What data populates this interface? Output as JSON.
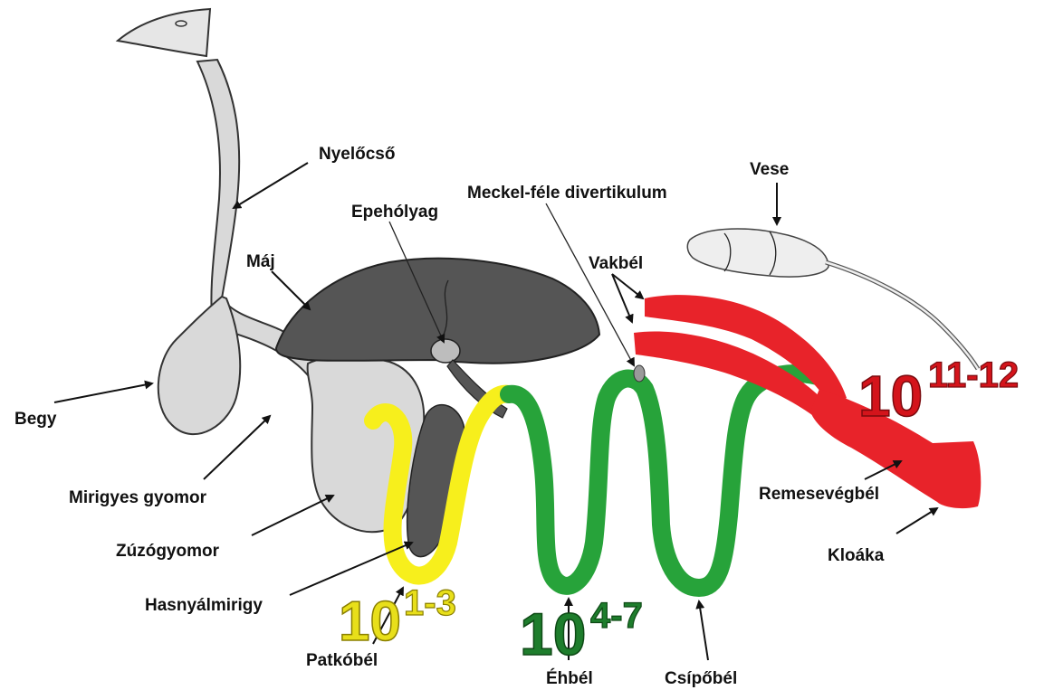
{
  "labels": {
    "esophagus": "Nyelőcső",
    "kidney": "Vese",
    "meckel": "Meckel-féle divertikulum",
    "gallbladder": "Epehólyag",
    "liver": "Máj",
    "caeca": "Vakbél",
    "crop": "Begy",
    "proventriculus": "Mirigyes gyomor",
    "gizzard": "Zúzógyomor",
    "pancreas": "Hasnyálmirigy",
    "duodenum": "Patkóbél",
    "jejunum": "Éhbél",
    "ileum": "Csípőbél",
    "colon": "Remesevégbél",
    "cloaca": "Kloáka"
  },
  "counts": {
    "duodenum": {
      "base": "10",
      "exponent": "1-3"
    },
    "jejunum": {
      "base": "10",
      "exponent": "4-7"
    },
    "caeca": {
      "base": "10",
      "exponent": "11-12"
    }
  },
  "colors": {
    "organ_light": "#d9d9d9",
    "organ_dark": "#555555",
    "duodenum": "#f7ef1c",
    "small_intestine": "#27a33a",
    "caeca_colon": "#e8232a",
    "count_yellow": "#e8df1a",
    "count_green": "#1e7d2c",
    "count_red": "#d4141b"
  }
}
